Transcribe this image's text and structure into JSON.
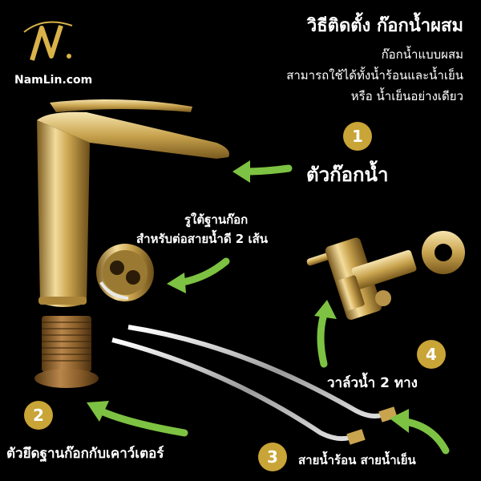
{
  "brand": {
    "logo_letter": "N",
    "site": "NamLin.com"
  },
  "header": {
    "title": "วิธีติดตั้ง ก๊อกน้ำผสม",
    "line1": "ก๊อกน้ำแบบผสม",
    "line2": "สามารถใช้ได้ทั้งน้ำร้อนและน้ำเย็น",
    "line3": "หรือ น้ำเย็นอย่างเดียว"
  },
  "parts": [
    {
      "number": "1",
      "label": "ตัวก๊อกน้ำ"
    },
    {
      "number": "2",
      "label": "ตัวยึดฐานก๊อกกับเคาว์เตอร์"
    },
    {
      "number": "3",
      "label": "สายน้ำร้อน สายน้ำเย็น"
    },
    {
      "number": "4",
      "label": "วาล์วน้ำ 2 ทาง"
    }
  ],
  "base_note": {
    "line1": "รูใต้ฐานก๊อก",
    "line2": "สำหรับต่อสายน้ำดี 2 เส้น"
  },
  "colors": {
    "gold": "#c9a437",
    "arrow_green": "#7dc242",
    "background": "#000000"
  }
}
